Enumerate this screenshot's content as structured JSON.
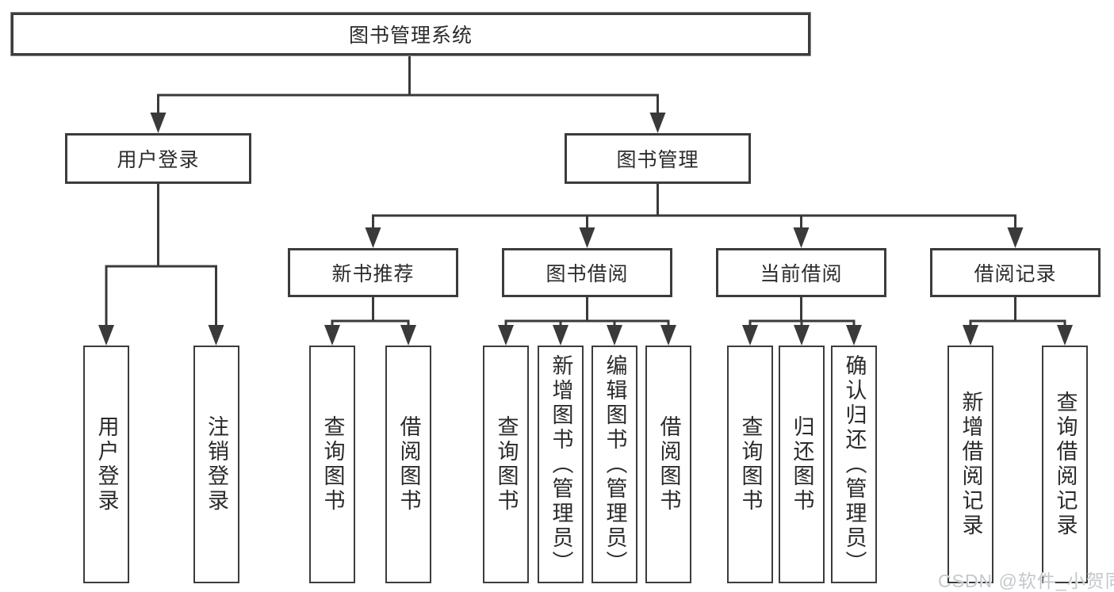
{
  "diagram": {
    "title": "图书管理系统",
    "watermark": "CSDN @软件_小贺同学",
    "branches": [
      {
        "label": "用户登录",
        "children": [
          {
            "label": "用户登录"
          },
          {
            "label": "注销登录"
          }
        ]
      },
      {
        "label": "图书管理",
        "children": [
          {
            "label": "新书推荐",
            "children": [
              {
                "label": "查询图书"
              },
              {
                "label": "借阅图书"
              }
            ]
          },
          {
            "label": "图书借阅",
            "children": [
              {
                "label": "查询图书"
              },
              {
                "label": "新增图书（管理员）"
              },
              {
                "label": "编辑图书（管理员）"
              },
              {
                "label": "借阅图书"
              }
            ]
          },
          {
            "label": "当前借阅",
            "children": [
              {
                "label": "查询图书"
              },
              {
                "label": "归还图书"
              },
              {
                "label": "确认归还（管理员）"
              }
            ]
          },
          {
            "label": "借阅记录",
            "children": [
              {
                "label": "新增借阅记录"
              },
              {
                "label": "查询借阅记录"
              }
            ]
          }
        ]
      }
    ]
  }
}
